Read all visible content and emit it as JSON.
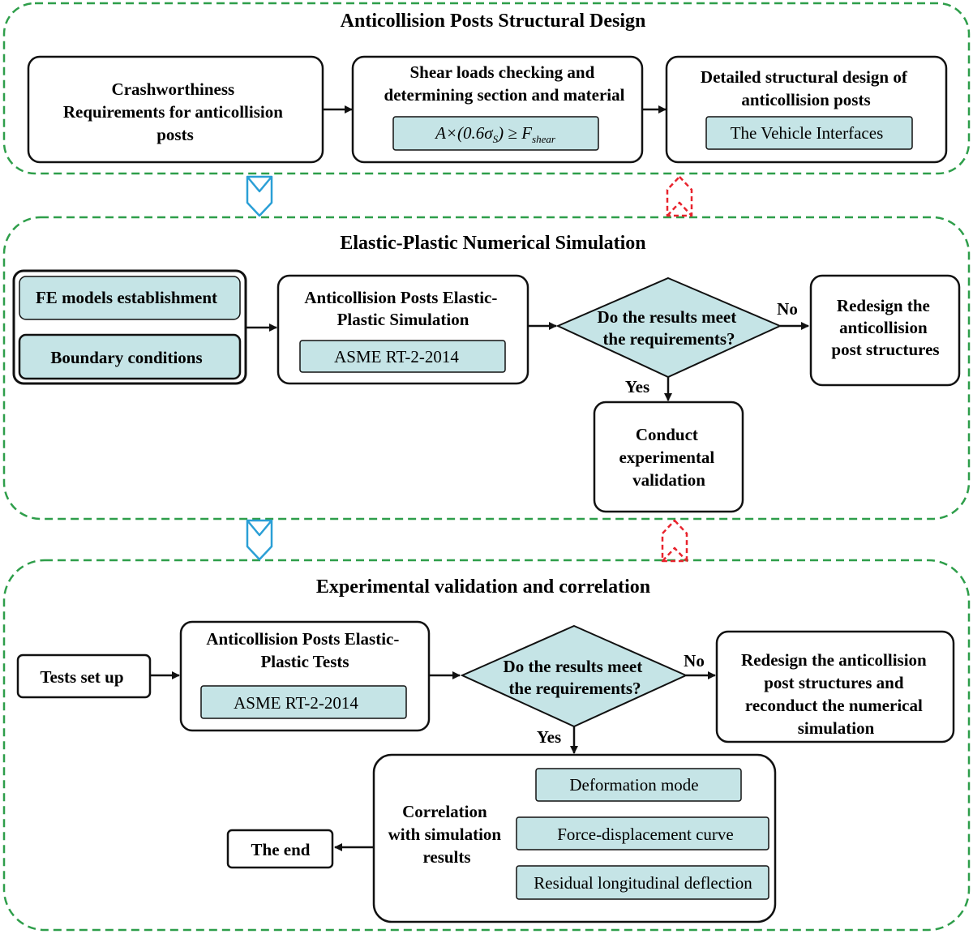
{
  "sections": {
    "design": {
      "title": "Anticollision Posts Structural Design",
      "box1": [
        "Crashworthiness",
        "Requirements for anticollision",
        "posts"
      ],
      "box2": [
        "Shear loads checking and",
        "determining section and material"
      ],
      "box2_formula": {
        "lhs": "A×(0.6σ",
        "sub_s": "S",
        "ge": ") ≥ F",
        "sub_shear": "shear"
      },
      "box3": [
        "Detailed structural design of",
        "anticollision posts"
      ],
      "box3_tag": "The Vehicle Interfaces"
    },
    "simulation": {
      "title": "Elastic-Plastic Numerical Simulation",
      "fe_models": "FE models establishment",
      "boundary": "Boundary conditions",
      "sim_box": [
        "Anticollision Posts Elastic-",
        "Plastic Simulation"
      ],
      "sim_tag": "ASME RT-2-2014",
      "decision": [
        "Do the results meet",
        "the requirements?"
      ],
      "no_label": "No",
      "yes_label": "Yes",
      "redesign": [
        "Redesign the",
        "anticollision",
        "post structures"
      ],
      "conduct": [
        "Conduct",
        "experimental",
        "validation"
      ]
    },
    "experiment": {
      "title": "Experimental validation and correlation",
      "tests_setup": "Tests set up",
      "tests_box": [
        "Anticollision Posts Elastic-",
        "Plastic Tests"
      ],
      "tests_tag": "ASME RT-2-2014",
      "decision": [
        "Do the results meet",
        "the requirements?"
      ],
      "no_label": "No",
      "yes_label": "Yes",
      "redesign": [
        "Redesign the anticollision",
        "post structures and",
        "reconduct the numerical",
        "simulation"
      ],
      "correlation": [
        "Correlation",
        "with simulation",
        "results"
      ],
      "items": [
        "Deformation mode",
        "Force-displacement curve",
        "Residual longitudinal deflection"
      ],
      "end": "The end"
    }
  },
  "colors": {
    "section_border": "#2e9e4a",
    "fill": "#c5e4e6",
    "down_arrow": "#2a9fd6",
    "up_arrow": "#e8232d",
    "stroke": "#111111"
  }
}
